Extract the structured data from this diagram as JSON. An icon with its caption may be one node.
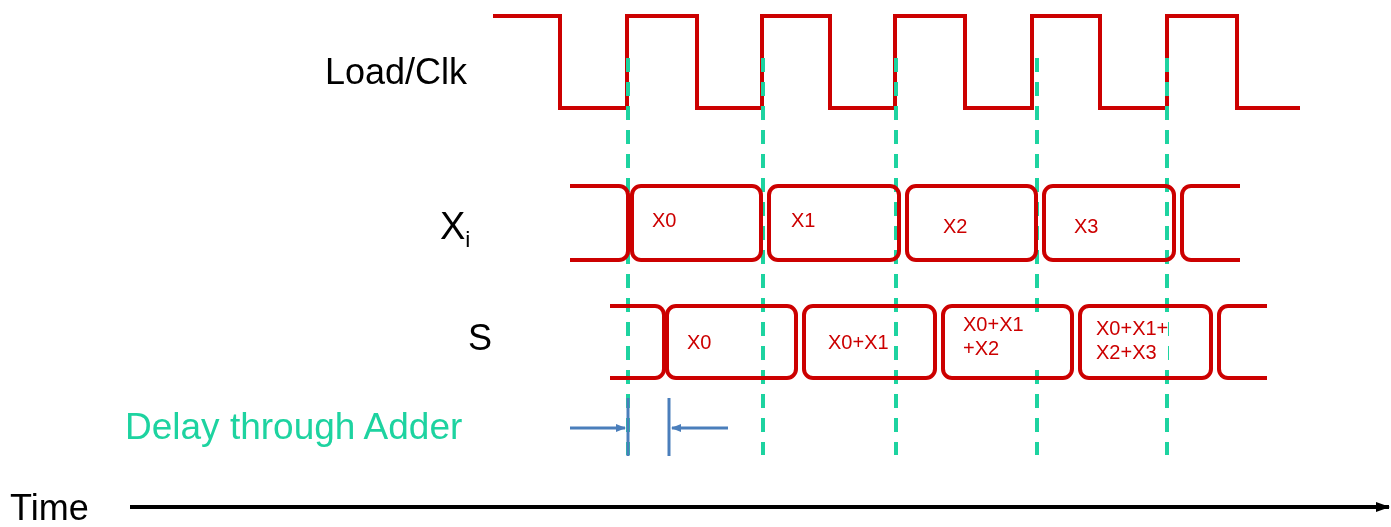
{
  "diagram": {
    "nodes": [
      {
        "text": [],
        "shape": "box"
      },
      {
        "text": [
          "X0"
        ]
      },
      {
        "text": [
          "X1"
        ]
      },
      {
        "text": [
          "X2"
        ]
      },
      {
        "text": [
          "X3"
        ]
      },
      {
        "text": [],
        "shape": "box"
      },
      {
        "text": [],
        "shape": "box"
      },
      {
        "text": [
          "X0"
        ]
      },
      {
        "text": [
          "X0+X1"
        ]
      },
      {
        "text": [
          "X0+X1 +X2"
        ]
      },
      {
        "text": [
          "X0+X1+ X2+X3"
        ]
      },
      {
        "text": [],
        "shape": "box"
      }
    ],
    "labels": [
      "Load/Clk",
      "X$_{i}$",
      "S",
      "Delay through Adder",
      "Time"
    ]
  }
}
